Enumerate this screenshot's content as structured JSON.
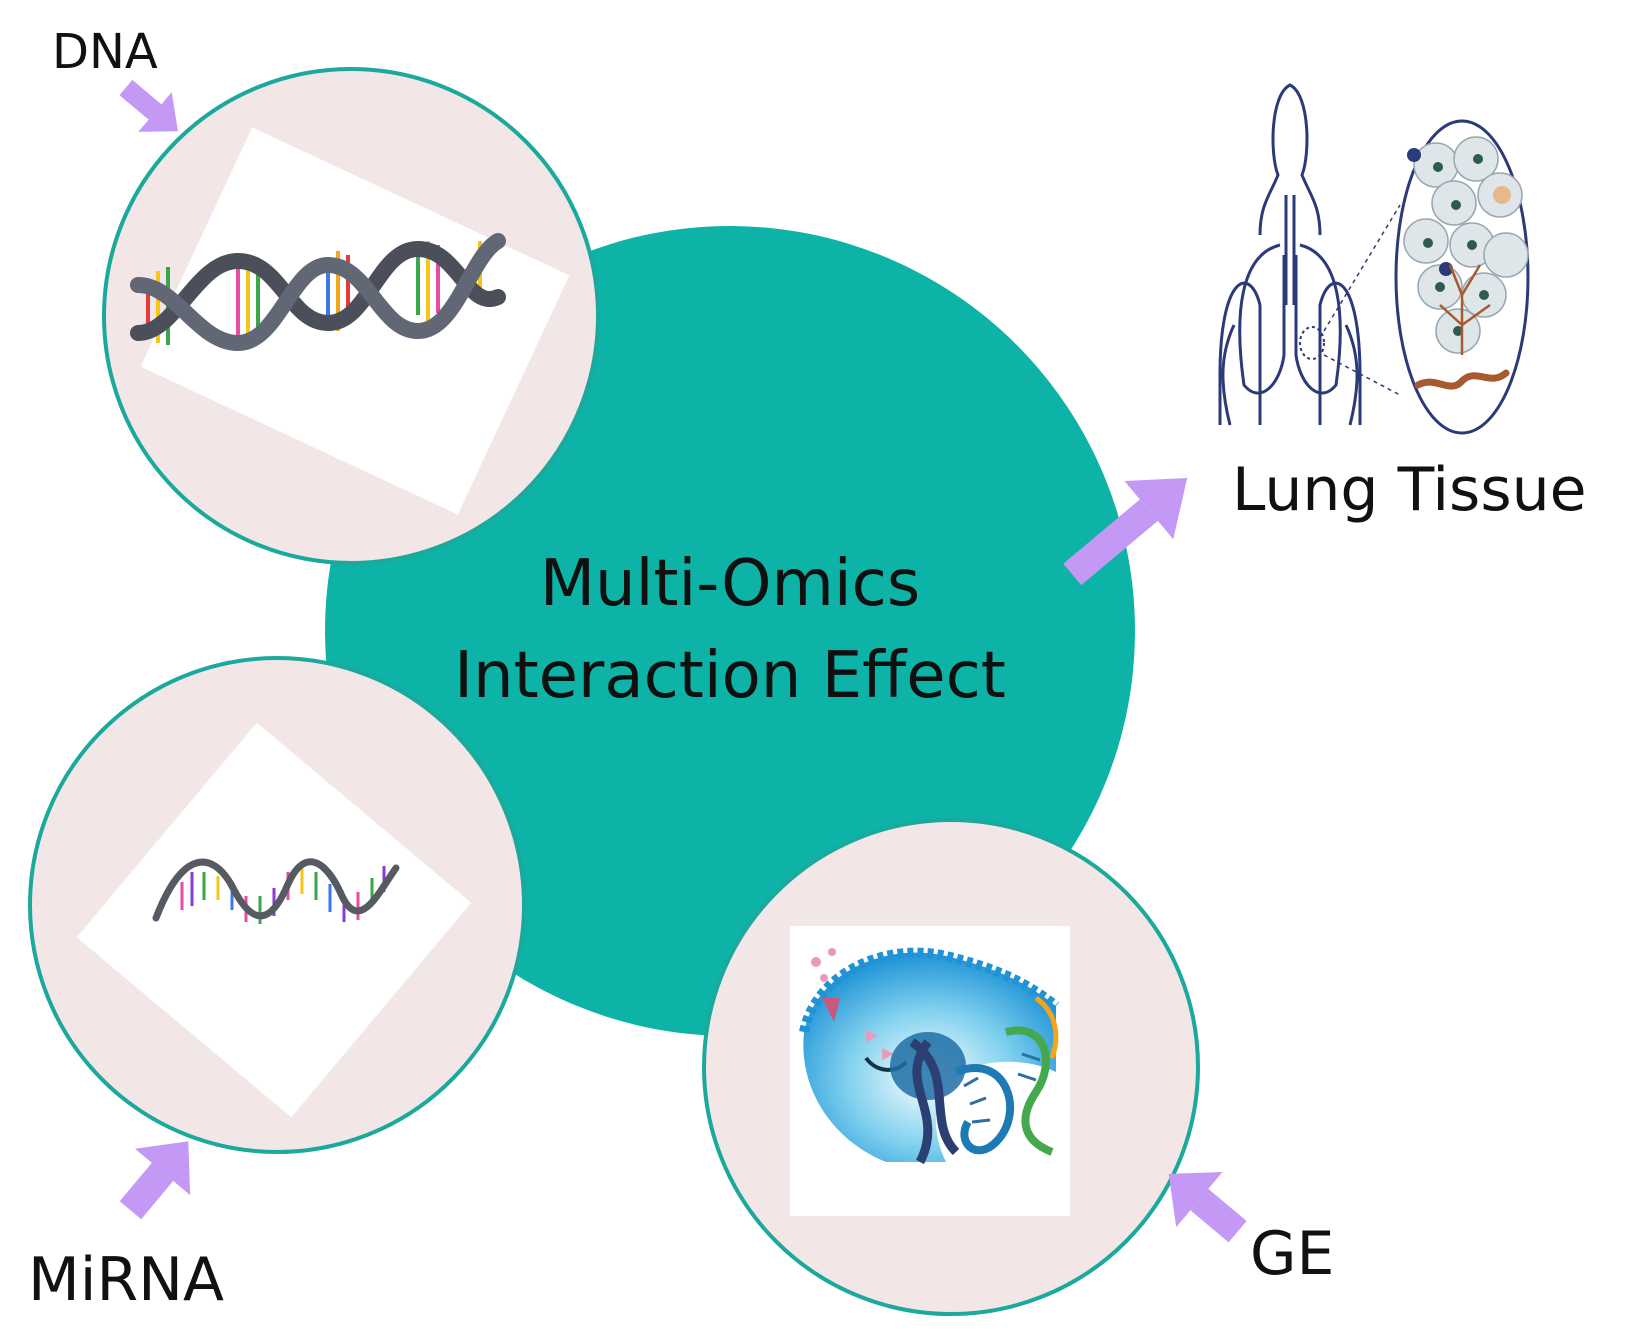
{
  "colors": {
    "background": "#ffffff",
    "hub": "#0db3a6",
    "node_fill": "#f3e6e6",
    "node_border": "#1aa99c",
    "arrow": "#c399f5",
    "text": "#111111"
  },
  "hub": {
    "title_line1": "Multi-Omics",
    "title_line2": "Interaction Effect"
  },
  "nodes": {
    "dna": {
      "label": "DNA",
      "icon": "dna-double-helix-icon"
    },
    "mirna": {
      "label": "MiRNA",
      "icon": "rna-helix-icon"
    },
    "ge": {
      "label": "GE",
      "icon": "gene-expression-icon"
    }
  },
  "output": {
    "label": "Lung Tissue",
    "icon": "lung-tissue-icon"
  }
}
